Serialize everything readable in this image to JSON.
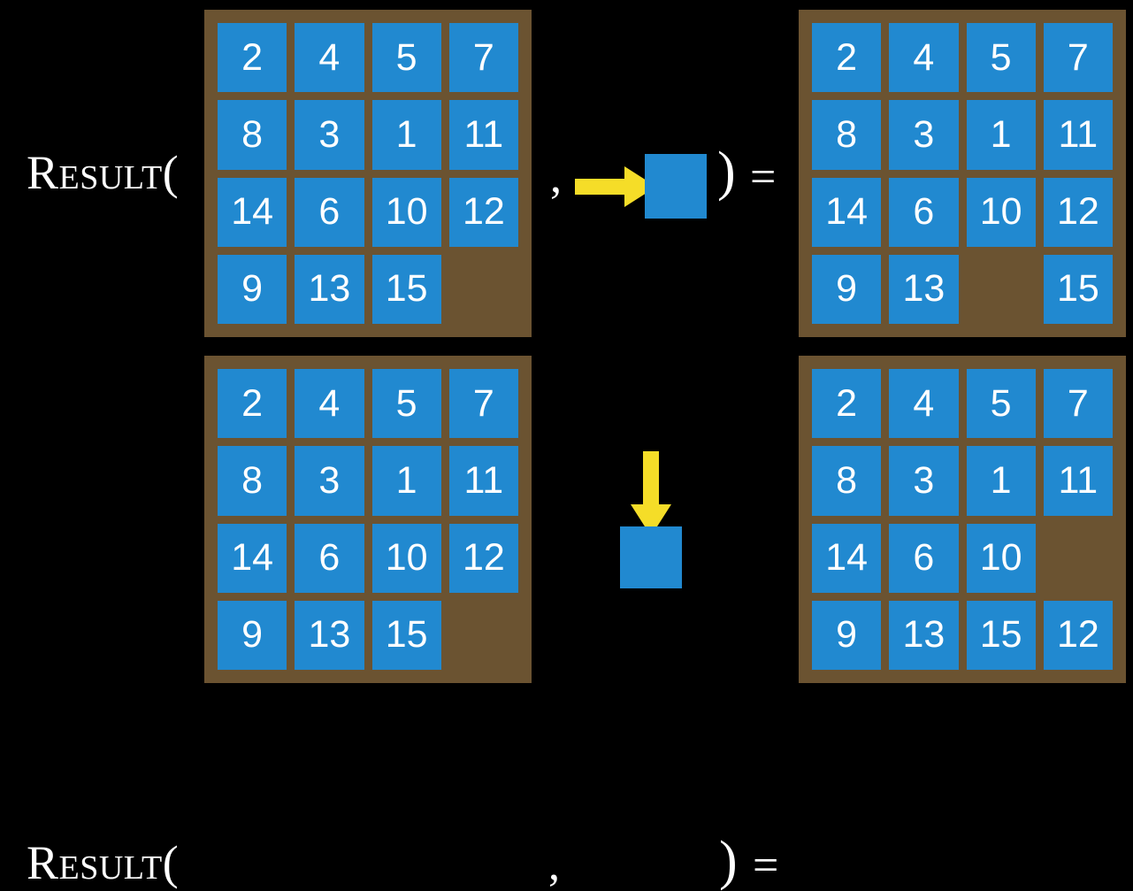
{
  "colors": {
    "background": "#000000",
    "board_frame": "#6b5331",
    "tile": "#2189d0",
    "tile_text": "#ffffff",
    "arrow": "#f5dd28",
    "label_text": "#ffffff"
  },
  "rows": [
    {
      "id": "row-1",
      "label": "Result(",
      "comma": ",",
      "close_paren": ")",
      "equals": "=",
      "action": {
        "name": "move-right",
        "arrow_icon": "arrow-right-icon",
        "arrow_direction": "right",
        "tile_label": ""
      },
      "input_board": {
        "name": "input-board-row-1",
        "rows": 4,
        "cols": 4,
        "cells": [
          [
            "2",
            "4",
            "5",
            "7"
          ],
          [
            "8",
            "3",
            "1",
            "11"
          ],
          [
            "14",
            "6",
            "10",
            "12"
          ],
          [
            "9",
            "13",
            "15",
            ""
          ]
        ]
      },
      "output_board": {
        "name": "output-board-row-1",
        "rows": 4,
        "cols": 4,
        "cells": [
          [
            "2",
            "4",
            "5",
            "7"
          ],
          [
            "8",
            "3",
            "1",
            "11"
          ],
          [
            "14",
            "6",
            "10",
            "12"
          ],
          [
            "9",
            "13",
            "",
            "15"
          ]
        ]
      }
    },
    {
      "id": "row-2",
      "label": "Result(",
      "comma": ",",
      "close_paren": ")",
      "equals": "=",
      "action": {
        "name": "move-down",
        "arrow_icon": "arrow-down-icon",
        "arrow_direction": "down",
        "tile_label": ""
      },
      "input_board": {
        "name": "input-board-row-2",
        "rows": 4,
        "cols": 4,
        "cells": [
          [
            "2",
            "4",
            "5",
            "7"
          ],
          [
            "8",
            "3",
            "1",
            "11"
          ],
          [
            "14",
            "6",
            "10",
            "12"
          ],
          [
            "9",
            "13",
            "15",
            ""
          ]
        ]
      },
      "output_board": {
        "name": "output-board-row-2",
        "rows": 4,
        "cols": 4,
        "cells": [
          [
            "2",
            "4",
            "5",
            "7"
          ],
          [
            "8",
            "3",
            "1",
            "11"
          ],
          [
            "14",
            "6",
            "10",
            ""
          ],
          [
            "9",
            "13",
            "15",
            "12"
          ]
        ]
      }
    }
  ]
}
